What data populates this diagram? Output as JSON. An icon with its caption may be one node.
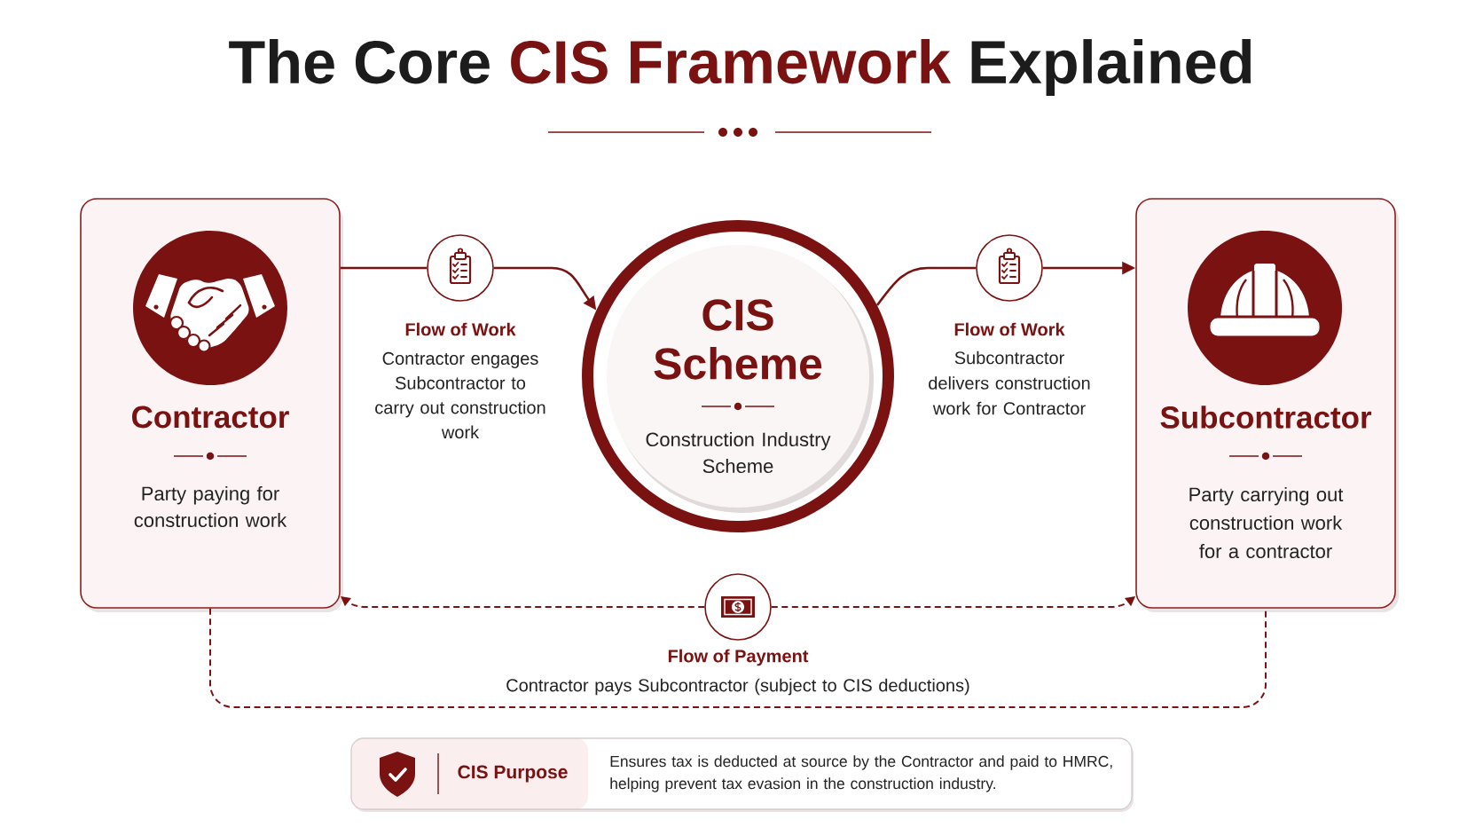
{
  "diagram": {
    "title": "The Core **CIS Framework** Explained",
    "nodes": [
      {
        "text": [
          "Contractor",
          "Party paying for construction work"
        ]
      },
      {
        "text": [],
        "shape": "circle",
        "beside": [
          "Flow of Work",
          "Contractor engages Subcontractor to carry out construction work"
        ]
      },
      {
        "text": [
          "CIS Scheme",
          "Construction Industry Scheme"
        ]
      },
      {
        "text": [],
        "shape": "circle",
        "beside": [
          "Flow of Work",
          "Subcontractor delivers construction work for Contractor"
        ]
      },
      {
        "text": [
          "Subcontractor",
          "Party carrying out construction work for a contractor"
        ]
      },
      {
        "text": [],
        "shape": "circle",
        "beside": [
          "Flow of Payment",
          "Contractor pays Subcontractor (subject to CIS deductions)"
        ]
      },
      {
        "text": [
          "CIS Purpose",
          "Ensures tax is deducted at source by the Contractor and paid to HMRC, helping prevent tax evasion in the construction industry."
        ]
      }
    ],
    "edges": [
      {
        "from": 0,
        "to": 1,
        "arrow": "none"
      },
      {
        "from": 1,
        "to": 2,
        "arrow": "to"
      },
      {
        "from": 2,
        "to": 3,
        "arrow": "none"
      },
      {
        "from": 3,
        "to": 4,
        "arrow": "to"
      },
      {
        "from": 5,
        "to": 0,
        "arrow": "to",
        "style": "dashed"
      },
      {
        "from": 5,
        "to": 4,
        "arrow": "to",
        "style": "dashed"
      },
      {
        "from": 0,
        "to": 4,
        "arrow": "none",
        "style": "dashed"
      }
    ]
  }
}
